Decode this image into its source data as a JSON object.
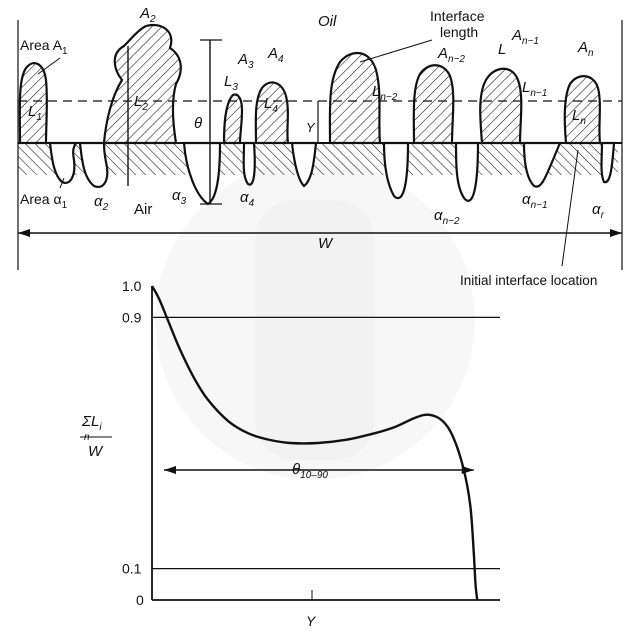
{
  "diagram": {
    "labels": {
      "oil": "Oil",
      "air": "Air",
      "interface_length_1": "Interface",
      "interface_length_2": "length",
      "area_A1": "Area A",
      "area_alpha1": "Area α",
      "initial_interface": "Initial interface location",
      "A2": "A",
      "A3": "A",
      "A4": "A",
      "An2": "A",
      "L_bar": "L",
      "An1": "A",
      "An": "A",
      "L1": "L",
      "L2": "L",
      "L3": "L",
      "L4": "L",
      "Ln2": "L",
      "Ln1": "L",
      "Ln": "L",
      "theta": "θ",
      "Y": "Y",
      "W": "W",
      "alpha2": "α",
      "alpha3": "α",
      "alpha4": "α",
      "alphan2": "α",
      "alphan1": "α",
      "alphar": "α"
    },
    "subscripts": {
      "area_A1": "1",
      "area_alpha1": "1",
      "A2": "2",
      "A3": "3",
      "A4": "4",
      "An2": "n−2",
      "An1": "n−1",
      "An": "n",
      "L1": "1",
      "L2": "2",
      "L3": "3",
      "L4": "4",
      "Ln2": "n−2",
      "Ln1": "n−1",
      "Ln": "n",
      "alpha2": "2",
      "alpha3": "3",
      "alpha4": "4",
      "alphan2": "n−2",
      "alphan1": "n−1",
      "alphar": "r"
    }
  },
  "chart_data": {
    "type": "line",
    "ylabel_numerator": "ΣL",
    "ylabel_sum_sub": "n",
    "ylabel_var_sub": "i",
    "ylabel_denominator": "W",
    "xlabel": "Y",
    "y_ticks": [
      "1.0",
      "0.9",
      "0.1",
      "0"
    ],
    "y_tick_values": [
      1.0,
      0.9,
      0.1,
      0
    ],
    "ylim": [
      0,
      1.0
    ],
    "xlim": [
      0,
      1.0
    ],
    "span_label": "θ",
    "span_label_sub": "10–90",
    "series": [
      {
        "x": [
          0.0,
          0.02,
          0.05,
          0.08,
          0.12,
          0.16,
          0.22,
          0.28,
          0.34,
          0.4,
          0.48,
          0.56,
          0.64,
          0.7,
          0.76,
          0.8,
          0.84,
          0.87,
          0.9,
          0.92,
          0.93,
          0.935,
          0.94
        ],
        "y": [
          1.0,
          0.96,
          0.88,
          0.8,
          0.71,
          0.64,
          0.57,
          0.53,
          0.51,
          0.5,
          0.5,
          0.51,
          0.53,
          0.55,
          0.58,
          0.59,
          0.57,
          0.52,
          0.42,
          0.3,
          0.15,
          0.05,
          0.0
        ]
      }
    ]
  }
}
